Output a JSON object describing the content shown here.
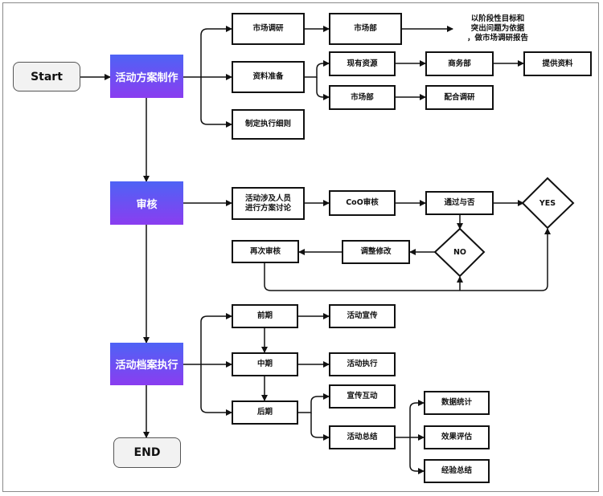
{
  "nodes": {
    "start": "Start",
    "plan": "活动方案制作",
    "review": "审核",
    "execute": "活动档案执行",
    "end": "END",
    "market_research": "市场调研",
    "market_dept_1": "市场部",
    "market_note": "以阶段性目标和\n突出问题为依据\n，做市场调研报告",
    "data_prep": "资料准备",
    "existing_resources": "现有资源",
    "business_dept": "商务部",
    "provide_data": "提供资料",
    "market_dept_2": "市场部",
    "cooperate_research": "配合调研",
    "detail_rules": "制定执行细则",
    "discussion": "活动涉及人员\n进行方案讨论",
    "coo_review": "CoO审核",
    "pass_or_not": "通过与否",
    "yes": "YES",
    "no": "NO",
    "adjust": "调整修改",
    "re_review": "再次审核",
    "early": "前期",
    "promotion": "活动宣传",
    "middle": "中期",
    "activity_exec": "活动执行",
    "late": "后期",
    "promo_interact": "宣传互动",
    "summary": "活动总结",
    "data_stats": "数据统计",
    "effect_eval": "效果评估",
    "experience": "经验总结"
  },
  "colors": {
    "gradient_top": "#4e63f5",
    "gradient_bottom": "#8a3df0",
    "line": "#111111"
  }
}
